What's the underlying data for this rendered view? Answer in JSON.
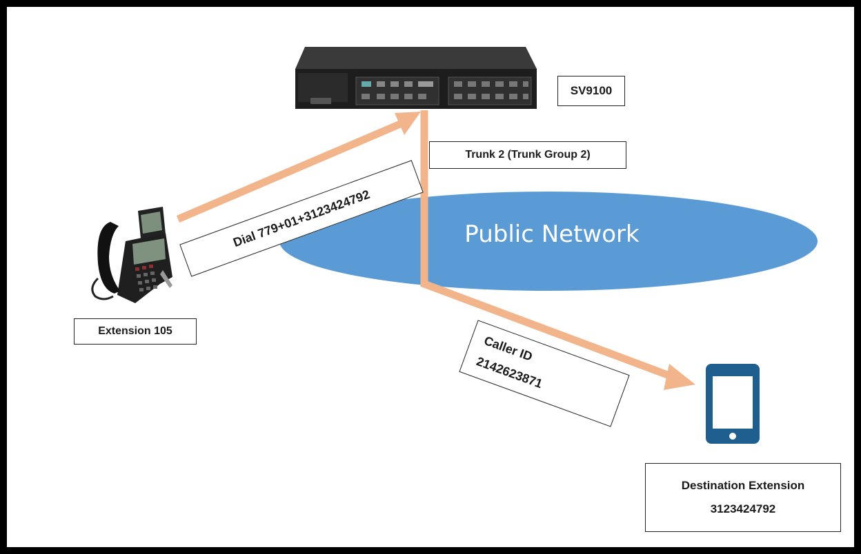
{
  "nodes": {
    "pbx": {
      "label": "SV9100"
    },
    "extension": {
      "label": "Extension 105"
    },
    "destination": {
      "line1": "Destination Extension",
      "line2": "3123424792"
    },
    "network": {
      "label": "Public Network"
    }
  },
  "edges": {
    "trunk": {
      "label": "Trunk 2 (Trunk Group 2)"
    },
    "dial": {
      "label": "Dial 779+01+3123424792"
    },
    "caller_id": {
      "line1": "Caller ID",
      "line2": "2142623871"
    }
  },
  "colors": {
    "arrow": "#f2b48a",
    "network_fill": "#5b9bd5",
    "device": "#1f5f8f"
  }
}
